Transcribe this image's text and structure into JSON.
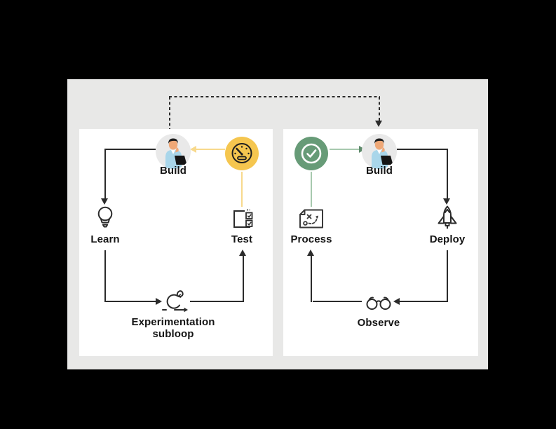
{
  "title": "Dual development loop diagram",
  "colors": {
    "page_background": "#000000",
    "stage_background": "#E8E8E7",
    "card_background": "#FFFFFF",
    "connector_dark": "#2B2B2B",
    "badge_yellow": "#F5C64F",
    "connector_yellow": "#F8D98C",
    "badge_green": "#679B77",
    "connector_green": "#A7C9AE",
    "connector_green_arrowhead": "#5E8A6B",
    "label_text": "#151515",
    "avatar_background": "#E9E9E9"
  },
  "left_loop": {
    "nodes": [
      {
        "id": "build",
        "label": "Build",
        "icon": "developer-avatar-icon"
      },
      {
        "id": "learn",
        "label": "Learn",
        "icon": "lightbulb-icon"
      },
      {
        "id": "subloop",
        "label": "Experimentation subloop",
        "icon": "iteration-loop-icon"
      },
      {
        "id": "test",
        "label": "Test",
        "icon": "checklist-icon"
      }
    ],
    "badge": {
      "icon": "gauge-icon",
      "color": "#F5C64F"
    },
    "flow": "Build → Learn → Experimentation subloop → Test → gauge → Build"
  },
  "right_loop": {
    "nodes": [
      {
        "id": "build",
        "label": "Build",
        "icon": "developer-avatar-icon"
      },
      {
        "id": "deploy",
        "label": "Deploy",
        "icon": "rocket-icon"
      },
      {
        "id": "observe",
        "label": "Observe",
        "icon": "binoculars-icon"
      },
      {
        "id": "process",
        "label": "Process",
        "icon": "strategy-icon"
      }
    ],
    "badge": {
      "icon": "check-circle-icon",
      "color": "#679B77"
    },
    "flow": "Build → Deploy → Observe → Process → check → Build"
  },
  "cross_connector": {
    "style": "dashed",
    "from": "left Build",
    "to": "right Build"
  }
}
